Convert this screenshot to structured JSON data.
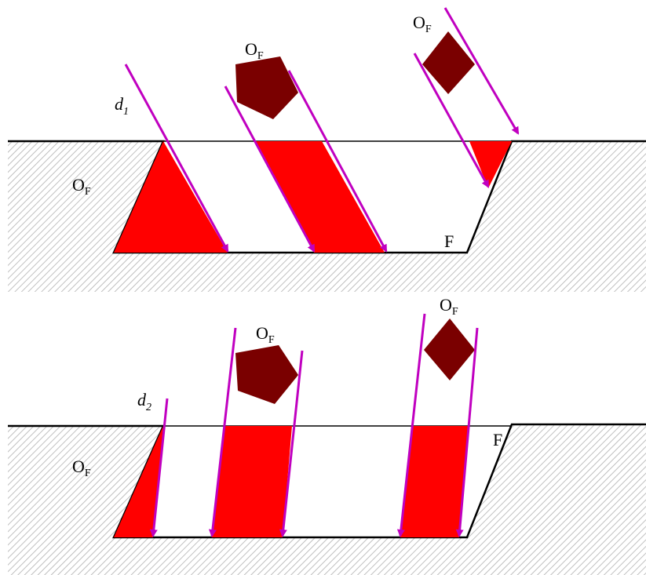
{
  "colors": {
    "region_fill": "#ff0000",
    "obstacle_fill": "#7a0000",
    "arrow": "#c000c0",
    "hatch": "#b0b0b0",
    "outline": "#000000"
  },
  "panels": [
    {
      "id": "top",
      "direction_label": {
        "main": "d",
        "sub": "1"
      },
      "region_label": "F",
      "obstacle_labels": [
        {
          "main": "O",
          "sub": "F"
        },
        {
          "main": "O",
          "sub": "F"
        },
        {
          "main": "O",
          "sub": "F"
        }
      ]
    },
    {
      "id": "bottom",
      "direction_label": {
        "main": "d",
        "sub": "2"
      },
      "region_label": "F",
      "obstacle_labels": [
        {
          "main": "O",
          "sub": "F"
        },
        {
          "main": "O",
          "sub": "F"
        },
        {
          "main": "O",
          "sub": "F"
        }
      ]
    }
  ]
}
